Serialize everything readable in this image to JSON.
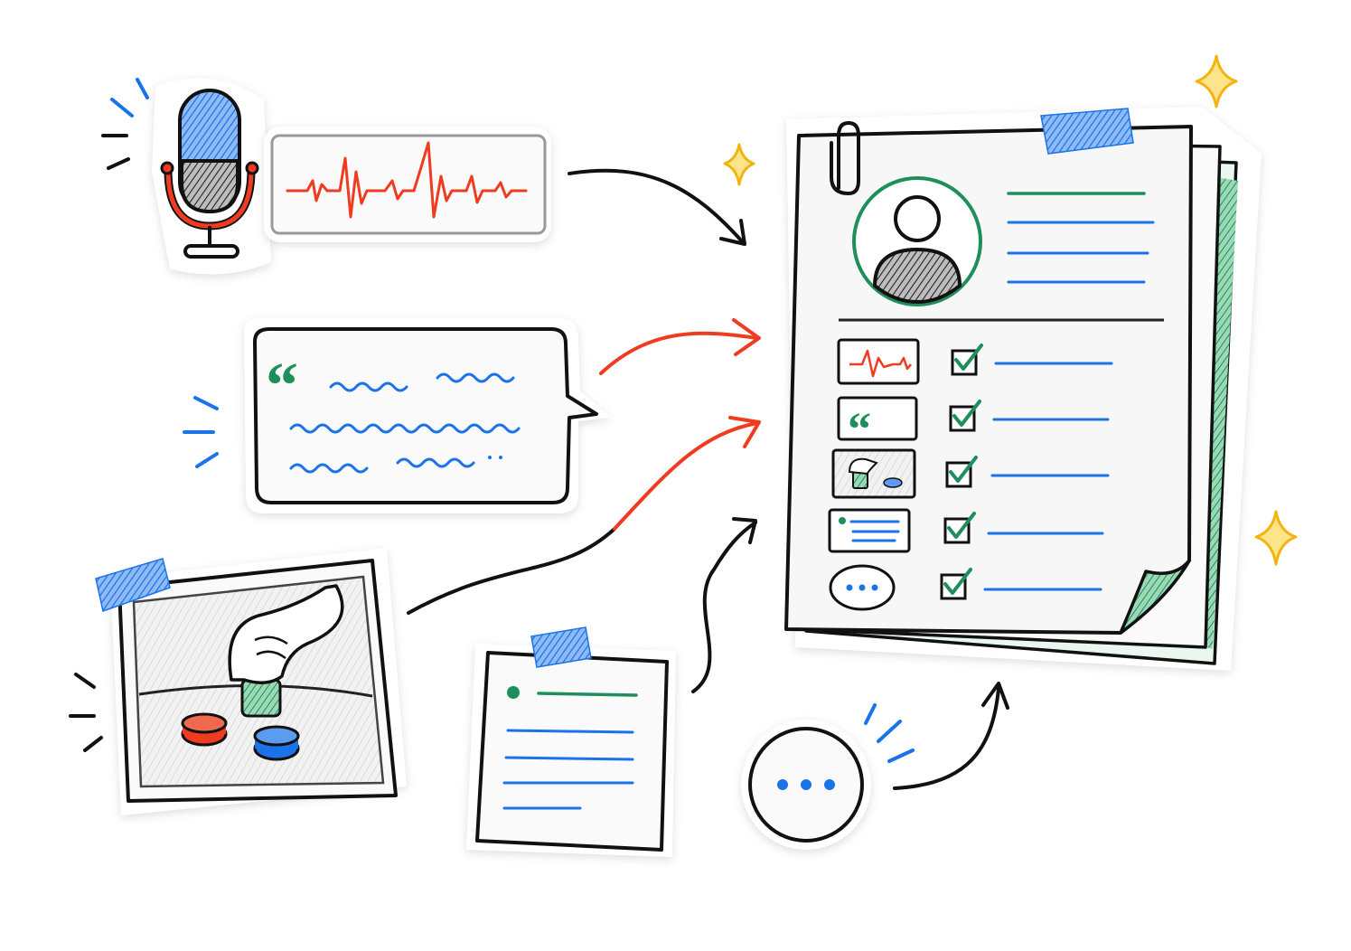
{
  "colors": {
    "ink": "#111111",
    "blue": "#1a73e8",
    "light_blue": "#6fa8f0",
    "red": "#ef3b1f",
    "green": "#1e8e5a",
    "light_green": "#6cc79a",
    "sparkle": "#f3b311",
    "paper": "#f7f7f7"
  },
  "inputs": [
    {
      "name": "audio-input",
      "icons": [
        "microphone-icon",
        "waveform-icon"
      ],
      "arrow_color": "#111111"
    },
    {
      "name": "text-quote-input",
      "icons": [
        "speech-bubble-icon",
        "quote-marks-icon"
      ],
      "arrow_color": "#ef3b1f"
    },
    {
      "name": "photo-input",
      "icons": [
        "photo-icon"
      ],
      "arrow_color": "#ef3b1f"
    },
    {
      "name": "note-input",
      "icons": [
        "note-icon"
      ],
      "arrow_color": "#111111"
    },
    {
      "name": "more-input",
      "icons": [
        "ellipsis-icon"
      ],
      "arrow_color": "#111111"
    }
  ],
  "output": {
    "name": "profile-document",
    "icons": [
      "avatar-icon",
      "paperclip-icon",
      "tape-icon"
    ],
    "checklist": [
      {
        "source_icon": "waveform-icon",
        "checked": true
      },
      {
        "source_icon": "quote-marks-icon",
        "checked": true
      },
      {
        "source_icon": "photo-icon",
        "checked": true
      },
      {
        "source_icon": "note-icon",
        "checked": true
      },
      {
        "source_icon": "ellipsis-icon",
        "checked": true
      }
    ]
  },
  "decorations": [
    "sparkle-icon",
    "sparkle-icon",
    "sparkle-icon"
  ]
}
